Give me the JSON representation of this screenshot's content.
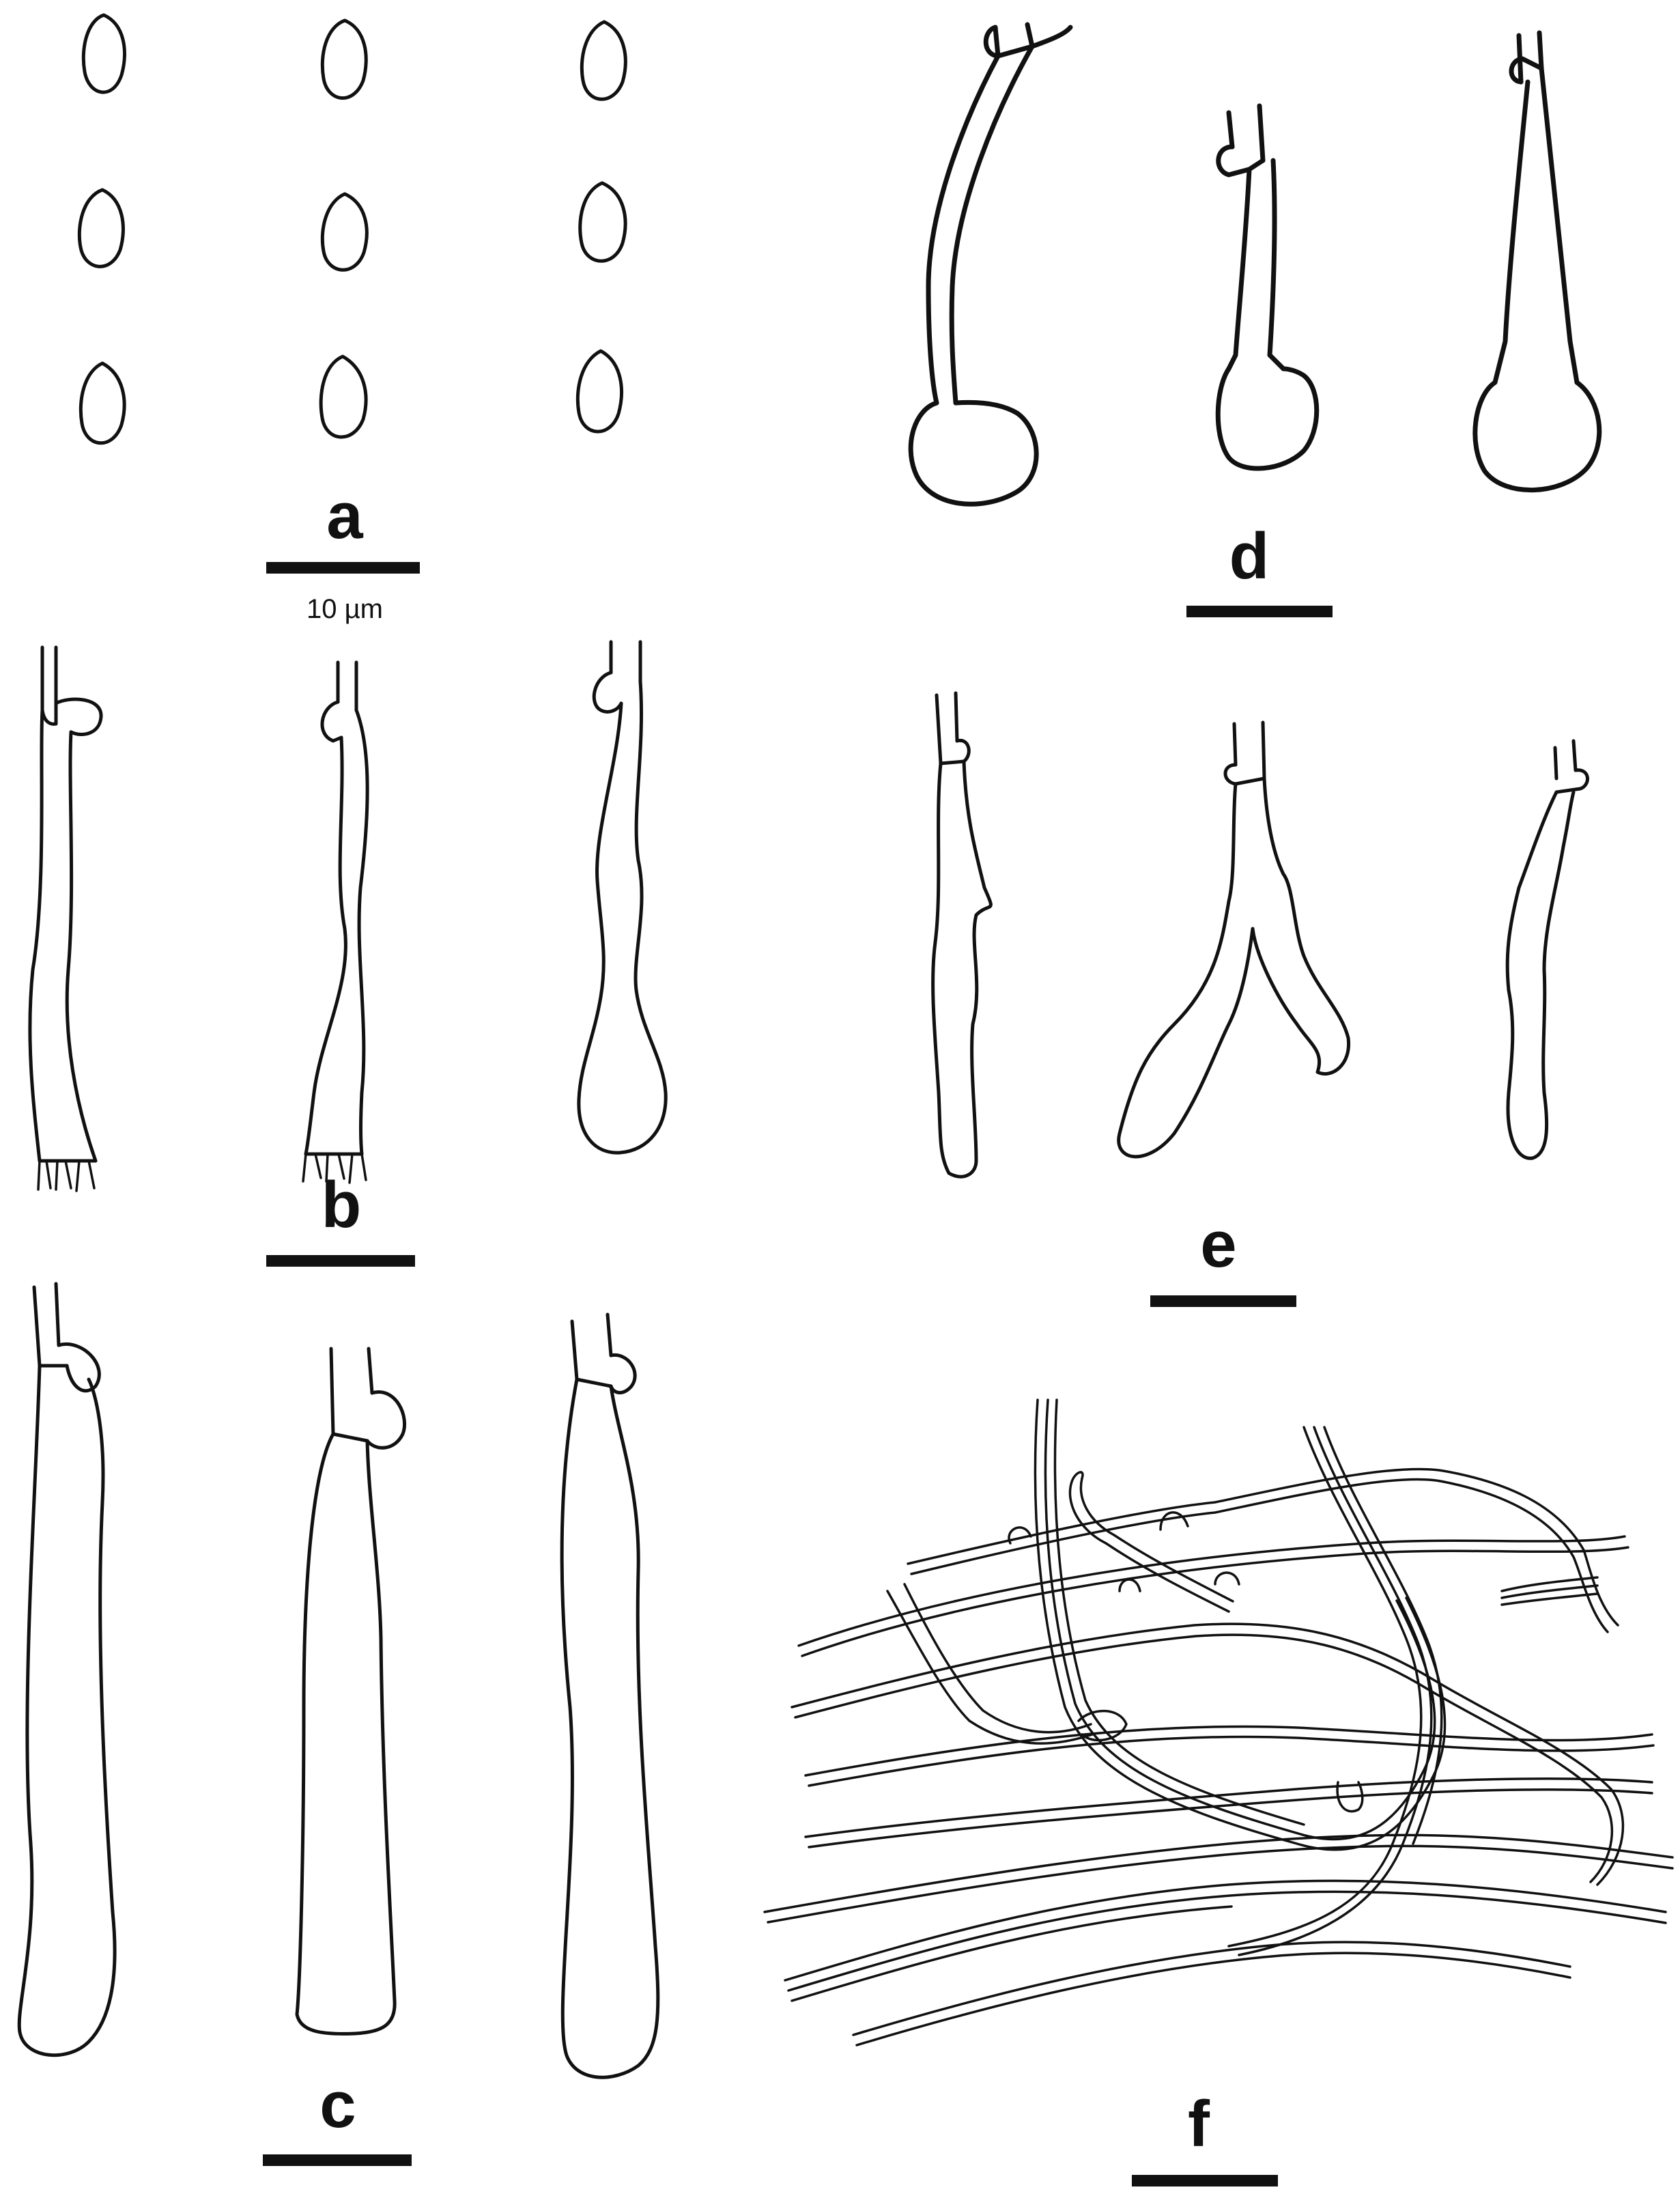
{
  "panels": {
    "a": {
      "label": "a",
      "scale_text": "10 µm"
    },
    "b": {
      "label": "b"
    },
    "c": {
      "label": "c"
    },
    "d": {
      "label": "d"
    },
    "e": {
      "label": "e"
    },
    "f": {
      "label": "f"
    }
  },
  "colors": {
    "ink": "#111111",
    "background": "#ffffff"
  }
}
